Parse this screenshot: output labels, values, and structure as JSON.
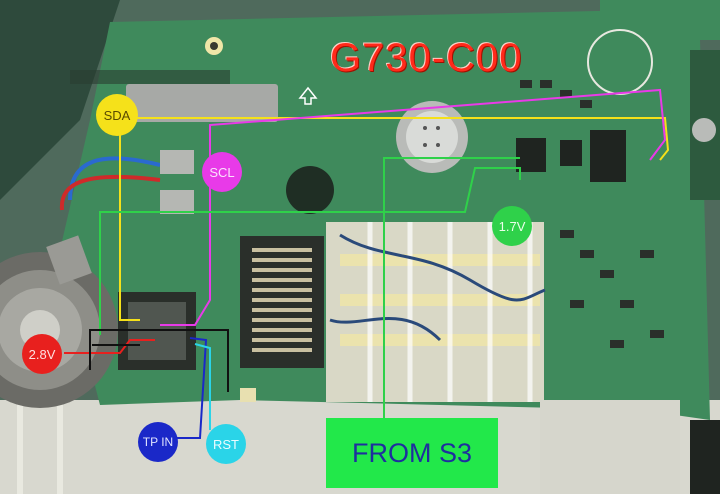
{
  "board": {
    "model": "G730-C00"
  },
  "labels": {
    "sda": "SDA",
    "scl": "SCL",
    "v17": "1.7V",
    "v28": "2.8V",
    "tp_in": "TP IN",
    "rst": "RST",
    "from_s3": "FROM S3"
  },
  "colors": {
    "title": "#ff2a1a",
    "sda": "#f5e11a",
    "scl": "#e83ae8",
    "v17": "#2fd14a",
    "v28": "#e8201e",
    "tp_in": "#1a28c8",
    "rst": "#2ad4e8",
    "from_s3_bg": "#22e84a",
    "from_s3_text": "#1e2f9e",
    "pcb": "#3f8a5c"
  }
}
